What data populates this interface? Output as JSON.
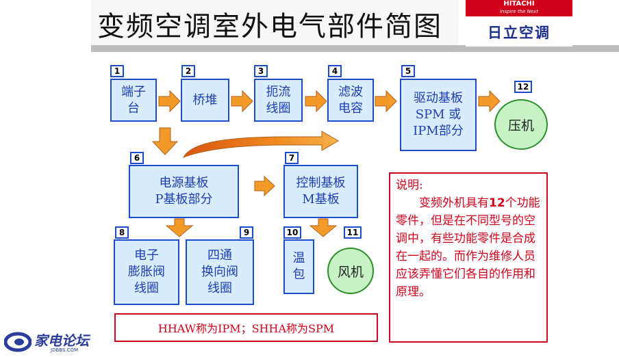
{
  "title": "变频空调室外电气部件简图",
  "brand": {
    "name": "HITACHI",
    "slogan": "Inspire the Next",
    "label": "日立空调"
  },
  "boxes": [
    {
      "num": "1",
      "lines": [
        "端子",
        "台"
      ]
    },
    {
      "num": "2",
      "lines": [
        "桥堆"
      ]
    },
    {
      "num": "3",
      "lines": [
        "扼流",
        "线圈"
      ]
    },
    {
      "num": "4",
      "lines": [
        "滤波",
        "电容"
      ]
    },
    {
      "num": "5",
      "lines": [
        "驱动基板",
        "SPM 或",
        "IPM部分"
      ]
    },
    {
      "num": "6",
      "lines": [
        "电源基板",
        "P基板部分"
      ]
    },
    {
      "num": "7",
      "lines": [
        "控制基板",
        "M基板"
      ]
    },
    {
      "num": "8",
      "lines": [
        "电子",
        "膨胀阀",
        "线圈"
      ]
    },
    {
      "num": "9",
      "lines": [
        "四通",
        "换向阀",
        "线圈"
      ]
    },
    {
      "num": "10",
      "lines": [
        "温",
        "包"
      ]
    }
  ],
  "circles": [
    {
      "num": "12",
      "label": "压机"
    },
    {
      "num": "11",
      "label": "风机"
    }
  ],
  "note": {
    "heading": "说明:",
    "body_before": "变频外机具有",
    "body_count": "12",
    "body_after": "个功能零件，但是在不同型号的空调中，有些功能零件是合成在一起的。而作为维修人员应该弄懂它们各自的作用和原理。"
  },
  "caption": "HHAW称为IPM；SHHA称为SPM",
  "watermark": {
    "name": "家电论坛",
    "url": "JDBBS.COM"
  },
  "colors": {
    "box_fill": "#d8ecfc",
    "box_border": "#1d4cc9",
    "arrow": "#f39a2b",
    "circle_fill": "#c6f2c6",
    "note_red": "#d0021b"
  }
}
